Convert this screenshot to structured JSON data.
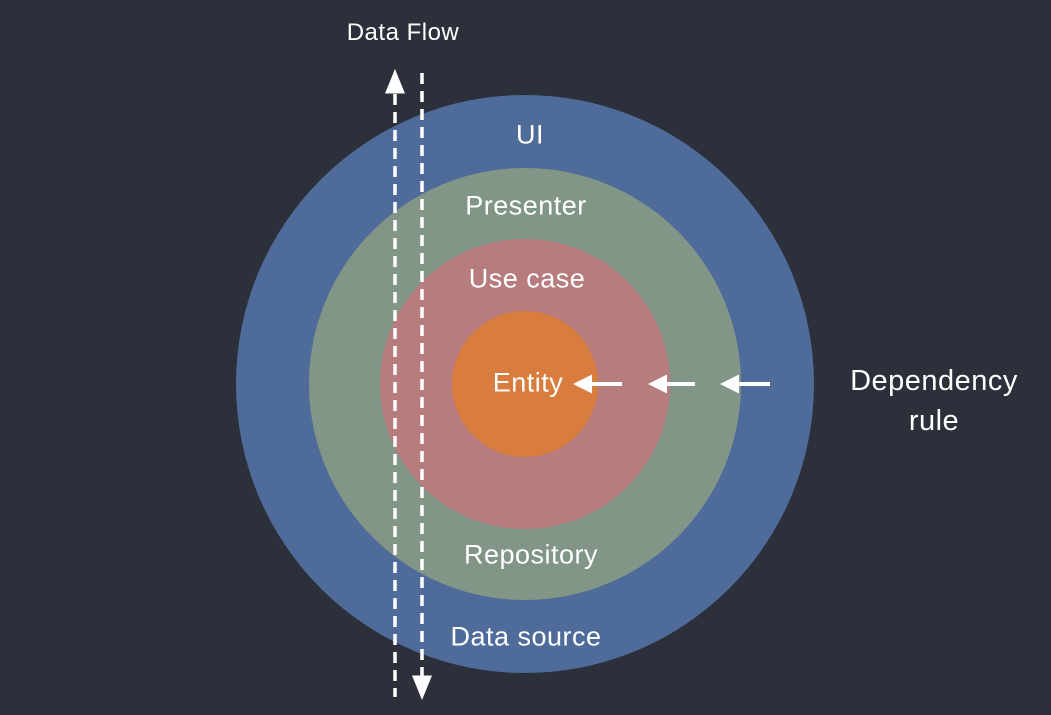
{
  "colors": {
    "background": "#2c303a",
    "ring_ui": "#4f6b99",
    "ring_presenter": "#829688",
    "ring_use_case": "#b77c7d",
    "ring_entity": "#d97d3f",
    "arrow": "#ffffff",
    "text": "#ffffff"
  },
  "labels": {
    "data_flow": "Data Flow",
    "ui": "UI",
    "presenter": "Presenter",
    "use_case": "Use case",
    "entity": "Entity",
    "repository": "Repository",
    "data_source": "Data source",
    "dependency_rule_line1": "Dependency",
    "dependency_rule_line2": "rule"
  }
}
